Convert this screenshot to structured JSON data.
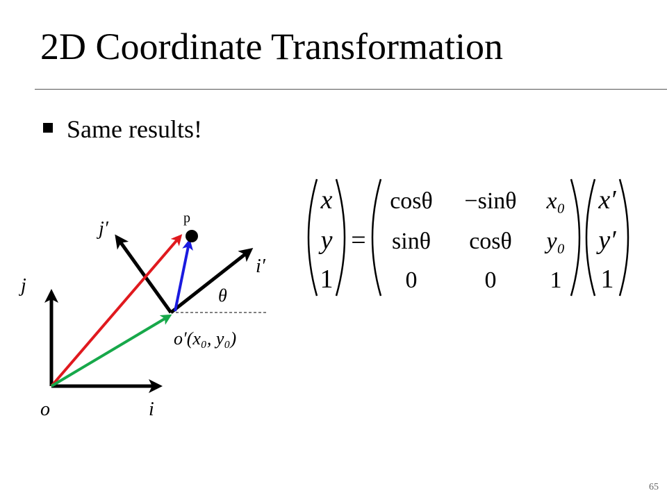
{
  "slide": {
    "title": "2D Coordinate Transformation",
    "bullet": "Same results!",
    "page_number": "65"
  },
  "diagram": {
    "point_label": "p",
    "axis_j_prime": "j′",
    "axis_i_prime": "i′",
    "axis_j": "j",
    "axis_i": "i",
    "origin_label": "o",
    "angle_label": "θ",
    "origin_prime_label": "o′(x₀, y₀)",
    "colors": {
      "red_vector": "#e0191e",
      "blue_vector": "#1a1adf",
      "green_vector": "#17a84a",
      "axes": "#000000"
    }
  },
  "equation": {
    "lhs": [
      "x",
      "y",
      "1"
    ],
    "equals": "=",
    "matrix": [
      [
        "cosθ",
        "−sinθ",
        "x₀"
      ],
      [
        "sinθ",
        "cosθ",
        "y₀"
      ],
      [
        "0",
        "0",
        "1"
      ]
    ],
    "rhs": [
      "x′",
      "y′",
      "1"
    ]
  }
}
